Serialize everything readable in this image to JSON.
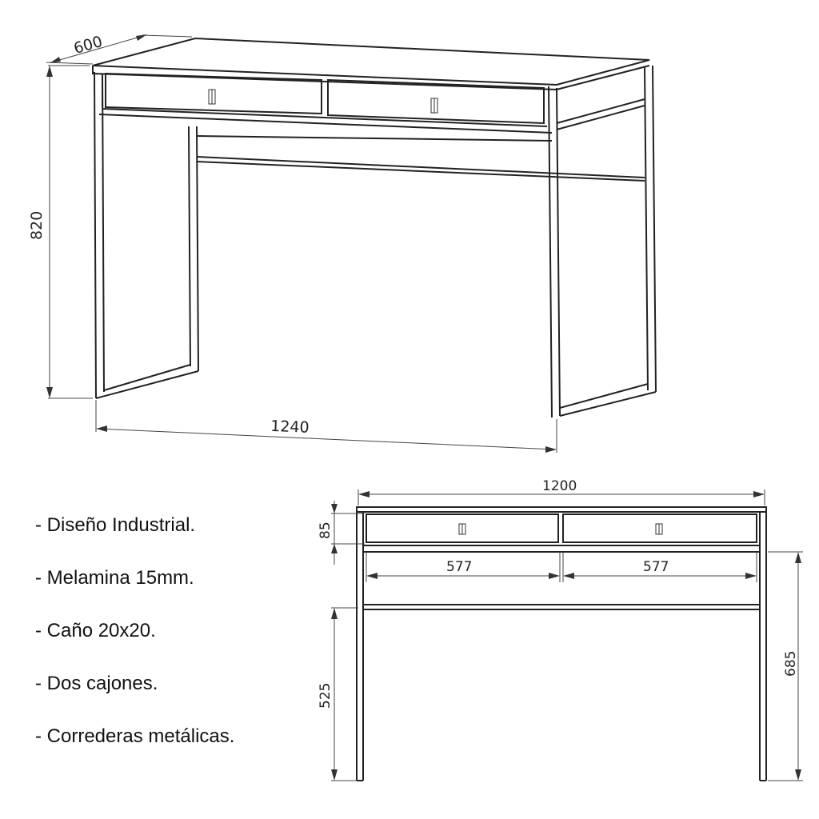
{
  "iso_view": {
    "depth_label": "600",
    "height_label": "820",
    "width_label": "1240"
  },
  "front_view": {
    "width_label": "1200",
    "drawer_height_label": "85",
    "drawer_left_width_label": "577",
    "drawer_right_width_label": "577",
    "lower_height_label": "525",
    "leg_height_label": "685"
  },
  "features": [
    "- Diseño Industrial.",
    "- Melamina 15mm.",
    "- Caño 20x20.",
    "- Dos cajones.",
    "- Correderas metálicas."
  ]
}
